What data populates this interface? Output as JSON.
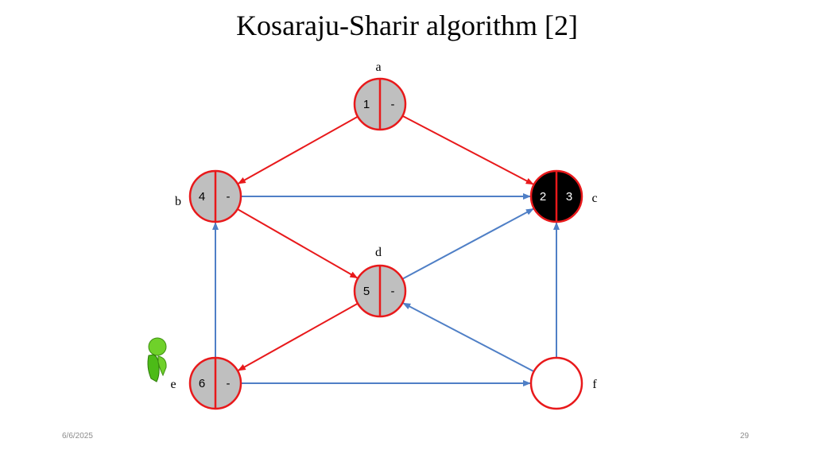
{
  "slide": {
    "title": "Kosaraju-Sharir algorithm [2]",
    "date": "6/6/2025",
    "page_number": "29"
  },
  "colors": {
    "node_stroke": "#e8191b",
    "visited_fill": "#bfbfbf",
    "finished_fill": "#000000",
    "unvisited_fill": "#ffffff",
    "tree_edge": "#e8191b",
    "other_edge": "#4f7fc6"
  },
  "legend_icon": "person-figure-icon",
  "graph": {
    "nodes": [
      {
        "id": "a",
        "label": "a",
        "pre": "1",
        "post": "-",
        "state": "visited"
      },
      {
        "id": "b",
        "label": "b",
        "pre": "4",
        "post": "-",
        "state": "visited"
      },
      {
        "id": "c",
        "label": "c",
        "pre": "2",
        "post": "3",
        "state": "finished"
      },
      {
        "id": "d",
        "label": "d",
        "pre": "5",
        "post": "-",
        "state": "visited"
      },
      {
        "id": "e",
        "label": "e",
        "pre": "6",
        "post": "-",
        "state": "visited"
      },
      {
        "id": "f",
        "label": "f",
        "pre": "",
        "post": "",
        "state": "unvisited"
      }
    ],
    "edges": [
      {
        "from": "a",
        "to": "b",
        "kind": "tree"
      },
      {
        "from": "a",
        "to": "c",
        "kind": "tree"
      },
      {
        "from": "b",
        "to": "c",
        "kind": "other"
      },
      {
        "from": "b",
        "to": "d",
        "kind": "tree"
      },
      {
        "from": "d",
        "to": "c",
        "kind": "other"
      },
      {
        "from": "d",
        "to": "e",
        "kind": "tree"
      },
      {
        "from": "e",
        "to": "b",
        "kind": "other"
      },
      {
        "from": "e",
        "to": "f",
        "kind": "other"
      },
      {
        "from": "f",
        "to": "d",
        "kind": "other"
      },
      {
        "from": "f",
        "to": "c",
        "kind": "other"
      }
    ]
  }
}
